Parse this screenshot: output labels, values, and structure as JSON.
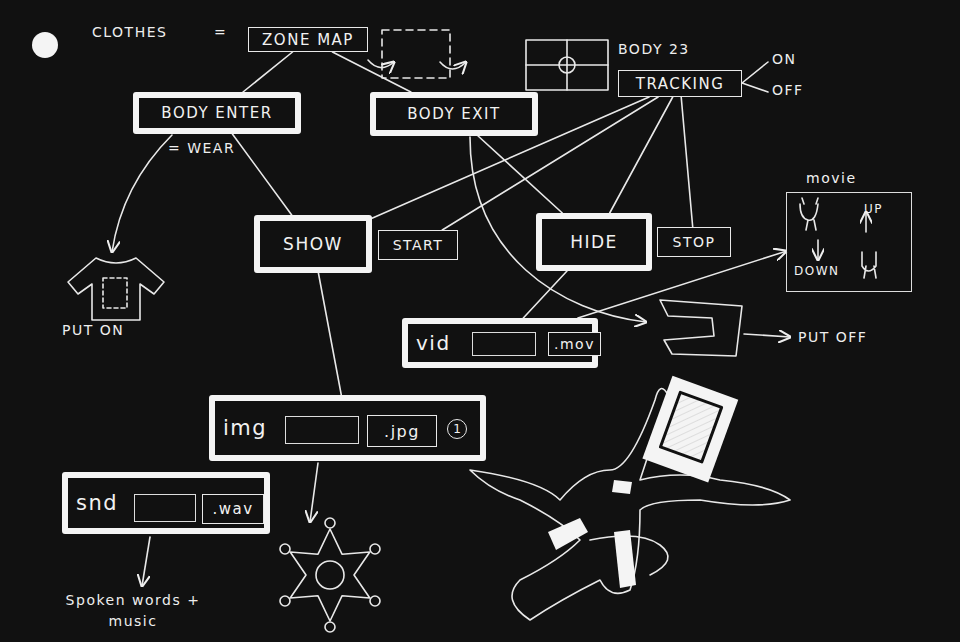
{
  "diagram": {
    "nodes": [
      {
        "text": [
          "ZONE MAP"
        ]
      },
      {
        "text": [
          "TRACKING"
        ]
      },
      {
        "text": [
          "BODY ENTER"
        ]
      },
      {
        "text": [
          "BODY EXIT"
        ]
      },
      {
        "text": [
          "movie",
          "UP",
          "DOWN"
        ]
      },
      {
        "text": [
          "SHOW"
        ]
      },
      {
        "text": [
          "START"
        ]
      },
      {
        "text": [
          "HIDE"
        ]
      },
      {
        "text": [
          "STOP"
        ]
      },
      {
        "text": [
          "vid"
        ]
      },
      {
        "text": [
          ".mov"
        ],
        "in": 9
      },
      {
        "text": [
          "img"
        ]
      },
      {
        "text": [
          ".jpg"
        ],
        "in": 11
      },
      {
        "text": [
          "1"
        ],
        "in": 11
      },
      {
        "text": [
          "snd"
        ]
      },
      {
        "text": [
          ".wav"
        ],
        "in": 14
      }
    ],
    "edges": [
      {
        "from": 0,
        "to": 2,
        "arrow": "none"
      },
      {
        "from": 0,
        "to": 3,
        "arrow": "none"
      },
      {
        "from": 2,
        "to": 5,
        "arrow": "none"
      },
      {
        "from": 5,
        "to": 11,
        "arrow": "none"
      },
      {
        "from": 3,
        "to": 7,
        "arrow": "none"
      },
      {
        "from": 1,
        "to": 5,
        "arrow": "none"
      },
      {
        "from": 1,
        "to": 6,
        "arrow": "none"
      },
      {
        "from": 1,
        "to": 7,
        "arrow": "none"
      },
      {
        "from": 1,
        "to": 8,
        "arrow": "none"
      },
      {
        "from": 7,
        "to": 9,
        "arrow": "none"
      },
      {
        "from": 9,
        "to": 4,
        "arrow": "to"
      }
    ],
    "labels": [
      "CLOTHES",
      "=",
      "BODY 23",
      "ON",
      "OFF",
      "= WEAR",
      "PUT ON",
      "PUT OFF",
      "Spoken words + music"
    ]
  }
}
